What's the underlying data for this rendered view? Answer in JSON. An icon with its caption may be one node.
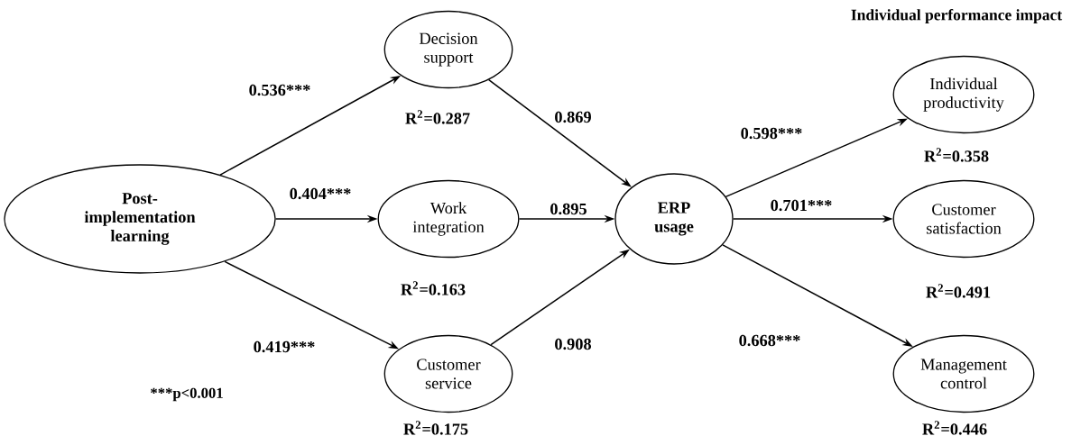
{
  "diagram": {
    "title": "Individual performance impact",
    "nodes": [
      {
        "text": [
          "Post-implementation learning"
        ]
      },
      {
        "text": [
          "Decision support"
        ],
        "beside": [
          "R$^{2}$=0.287"
        ]
      },
      {
        "text": [
          "Work integration"
        ],
        "beside": [
          "R$^{2}$=0.163"
        ]
      },
      {
        "text": [
          "Customer service"
        ],
        "beside": [
          "R$^{2}$=0.175"
        ]
      },
      {
        "text": [
          "ERP usage"
        ]
      },
      {
        "text": [
          "Individual productivity"
        ],
        "beside": [
          "R$^{2}$=0.358"
        ]
      },
      {
        "text": [
          "Customer satisfaction"
        ],
        "beside": [
          "R$^{2}$=0.491"
        ]
      },
      {
        "text": [
          "Management control"
        ],
        "beside": [
          "R$^{2}$=0.446"
        ]
      }
    ],
    "edges": [
      {
        "from": 0,
        "to": 1,
        "arrow": "to",
        "label": "0.536***"
      },
      {
        "from": 0,
        "to": 2,
        "arrow": "to",
        "label": "0.404***"
      },
      {
        "from": 0,
        "to": 3,
        "arrow": "to",
        "label": "0.419***"
      },
      {
        "from": 1,
        "to": 4,
        "arrow": "to",
        "label": "0.869"
      },
      {
        "from": 2,
        "to": 4,
        "arrow": "to",
        "label": "0.895"
      },
      {
        "from": 3,
        "to": 4,
        "arrow": "to",
        "label": "0.908"
      },
      {
        "from": 4,
        "to": 5,
        "arrow": "to",
        "label": "0.598***"
      },
      {
        "from": 4,
        "to": 6,
        "arrow": "to",
        "label": "0.701***"
      },
      {
        "from": 4,
        "to": 7,
        "arrow": "to",
        "label": "0.668***"
      }
    ],
    "labels": [
      "***p<0.001"
    ]
  }
}
